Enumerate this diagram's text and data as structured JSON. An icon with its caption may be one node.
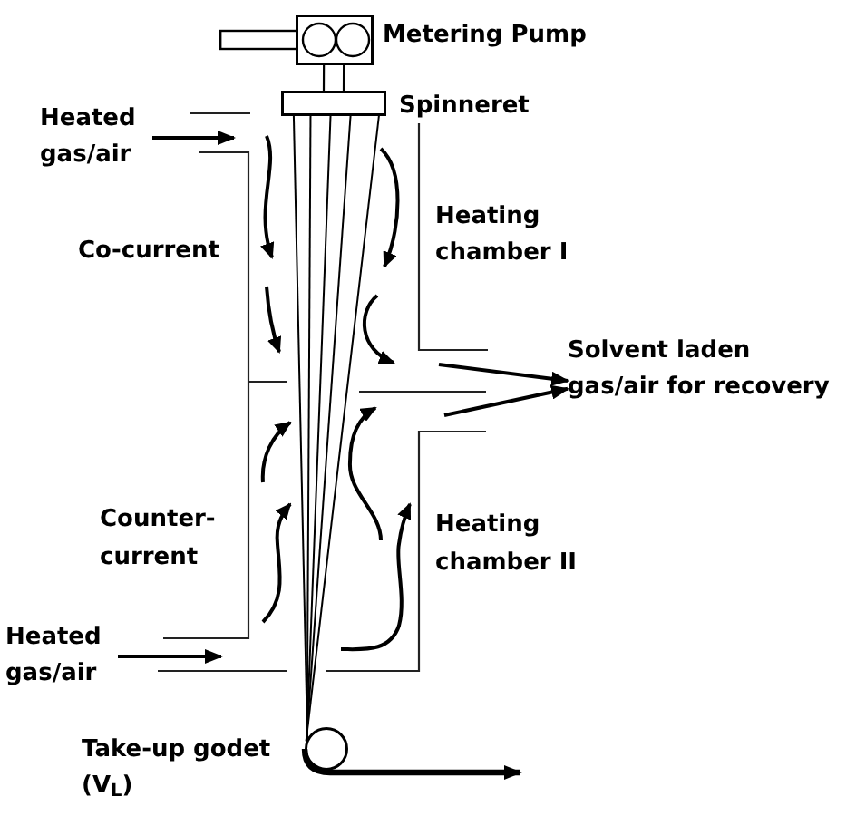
{
  "diagram": {
    "nodes": [
      {
        "text": [],
        "shape": "box",
        "beside": [
          "Metering Pump"
        ]
      },
      {
        "text": [],
        "shape": "box",
        "beside": [
          "Spinneret"
        ]
      },
      {
        "text": [
          "Heated gas/air"
        ]
      },
      {
        "text": [
          "Solvent laden gas/air for recovery"
        ]
      },
      {
        "text": [
          "Heated gas/air"
        ]
      },
      {
        "text": [],
        "shape": "circle",
        "beside": [
          "Take-up godet (V$_{L}$)"
        ]
      }
    ],
    "edges": [
      {
        "from": 0,
        "to": 1,
        "arrow": "none"
      },
      {
        "from": 1,
        "to": 5,
        "arrow": "none"
      },
      {
        "from": 1,
        "to": 5,
        "arrow": "none"
      },
      {
        "from": 1,
        "to": 5,
        "arrow": "none"
      },
      {
        "from": 1,
        "to": 5,
        "arrow": "none"
      },
      {
        "from": 1,
        "to": 5,
        "arrow": "none"
      },
      {
        "from": 2,
        "to": null,
        "arrow": "to"
      },
      {
        "from": null,
        "to": 3,
        "arrow": "to"
      },
      {
        "from": null,
        "to": 3,
        "arrow": "to"
      },
      {
        "from": 4,
        "to": null,
        "arrow": "to"
      },
      {
        "from": 5,
        "to": null,
        "arrow": "to",
        "style": "thick"
      }
    ],
    "labels": [
      "Co-current",
      "Heating chamber I",
      "Counter-current",
      "Heating chamber II"
    ]
  }
}
